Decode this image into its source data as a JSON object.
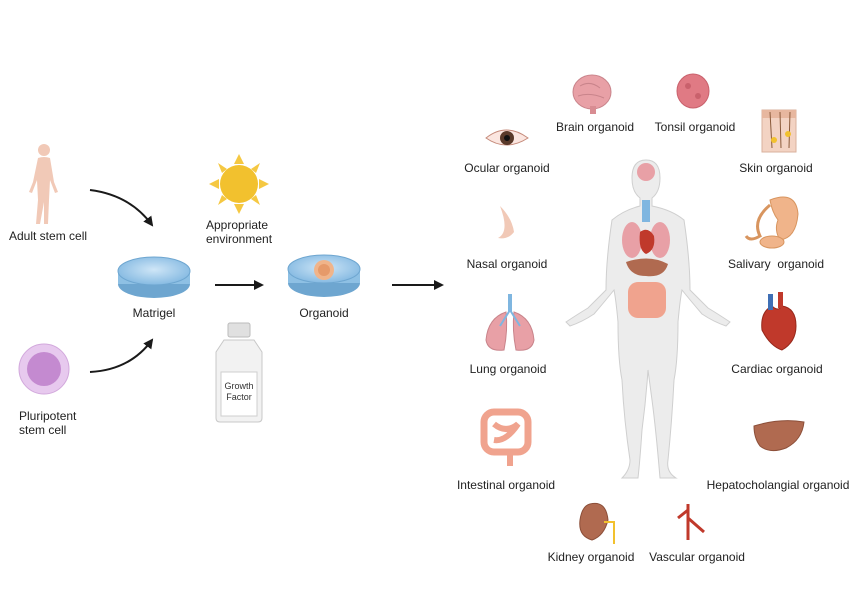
{
  "process": {
    "adult_stem_cell": "Adult stem cell",
    "pluripotent_stem_cell": "Pluripotent\nstem cell",
    "matrigel": "Matrigel",
    "appropriate_environment": "Appropriate\nenvironment",
    "growth_factor": [
      "Growth",
      "Factor"
    ],
    "organoid": "Organoid"
  },
  "organoids": {
    "brain": "Brain organoid",
    "tonsil": "Tonsil organoid",
    "ocular": "Ocular organoid",
    "skin": "Skin organoid",
    "nasal": "Nasal organoid",
    "salivary": "Salivary  organoid",
    "lung": "Lung organoid",
    "cardiac": "Cardiac organoid",
    "intestinal": "Intestinal organoid",
    "hepatocholangial": "Hepatocholangial organoid",
    "kidney": "Kidney organoid",
    "vascular": "Vascular organoid"
  },
  "colors": {
    "arrow": "#1a1a1a",
    "dish": "#8ec0e4",
    "cell": "#c48ad0",
    "sun": "#f2c12e",
    "organ_pink": "#e8a0a6",
    "liver": "#b06a50",
    "skin_tone": "#f3d3c3",
    "body": "#ececec"
  }
}
